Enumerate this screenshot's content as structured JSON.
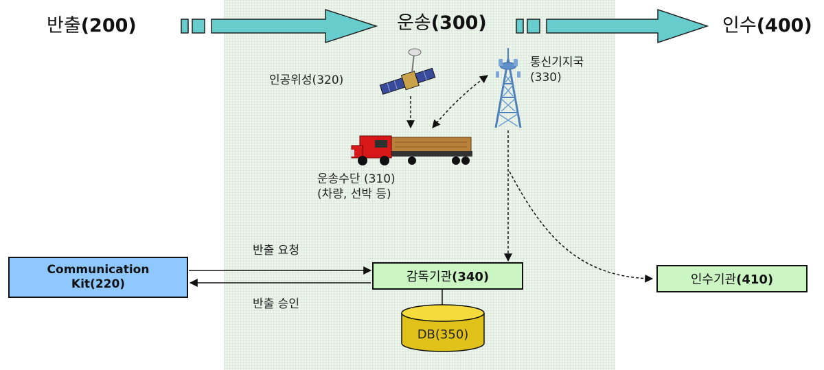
{
  "stages": {
    "export": {
      "text": "반출",
      "code": "(200)"
    },
    "transport": {
      "text": "운송",
      "code": "(300)"
    },
    "receive": {
      "text": "인수",
      "code": "(400)"
    }
  },
  "nodes": {
    "satellite_label": "인공위성(320)",
    "tower_label_line1": "통신기지국",
    "tower_label_line2": "(330)",
    "vehicle_label_line1": "운송수단 (310)",
    "vehicle_label_line2": "(차량, 선박 등)"
  },
  "boxes": {
    "comm_kit_line1": "Communication",
    "comm_kit_line2": "Kit(220)",
    "supervisor_text": "감독기관",
    "supervisor_code": "(340)",
    "receiver_text": "인수기관",
    "receiver_code": "(410)",
    "db": "DB(350)"
  },
  "messages": {
    "export_request": "반출 요청",
    "export_approval": "반출 승인"
  },
  "colors": {
    "stage_arrow": "#66cccc",
    "comm_kit_fill": "#8fc8ff",
    "agency_fill": "#ccf5c4",
    "db_fill": "#e0c21a",
    "panel_fill": "#edf5ed",
    "truck_cab": "#d81818"
  },
  "icons": [
    "satellite-icon",
    "tower-icon",
    "truck-icon",
    "database-icon"
  ]
}
